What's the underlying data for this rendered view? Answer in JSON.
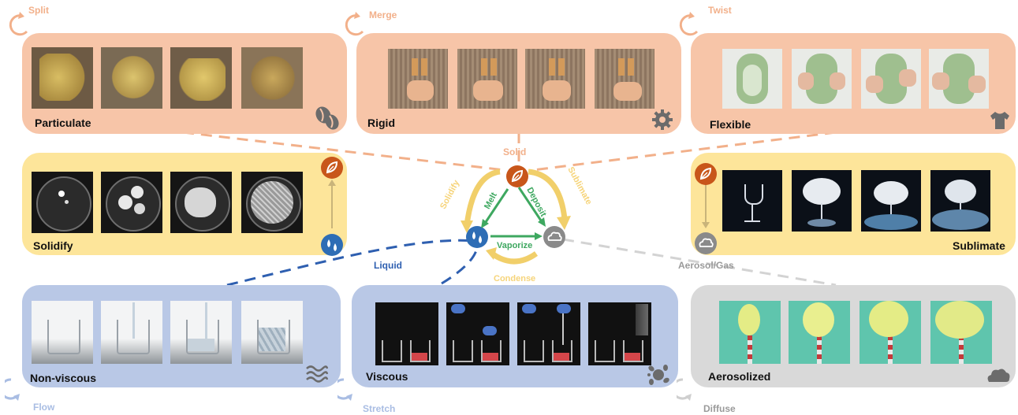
{
  "colors": {
    "orange": "#f7c5a8",
    "orange_text": "#f2b08a",
    "yellow": "#fde59a",
    "yellow_text": "#f6d47a",
    "blue": "#b9c8e6",
    "blue_dark": "#2e5fb0",
    "blue_text": "#a9bde3",
    "gray": "#d9d9d9",
    "gray_text": "#9a9a9a",
    "green": "#3ea860",
    "solid_node": "#c8561a",
    "liquid_node": "#2e6db5",
    "gas_node": "#8a8a8a"
  },
  "top_row": {
    "particulate": {
      "cycle": "Split",
      "label": "Particulate",
      "icon": "coffee-beans-icon"
    },
    "rigid": {
      "cycle": "Merge",
      "label": "Rigid",
      "icon": "gear-icon"
    },
    "flexible": {
      "cycle": "Twist",
      "label": "Flexible",
      "icon": "tshirt-icon"
    }
  },
  "middle_row": {
    "solidify": {
      "label": "Solidify",
      "from_icon": "liquid-drops-icon",
      "to_icon": "solid-leaf-icon"
    },
    "sublimate": {
      "label": "Sublimate",
      "from_icon": "solid-leaf-icon",
      "to_icon": "cloud-icon"
    }
  },
  "bottom_row": {
    "non_viscous": {
      "cycle": "Flow",
      "label": "Non-viscous",
      "icon": "waves-icon"
    },
    "viscous": {
      "cycle": "Stretch",
      "label": "Viscous",
      "icon": "splat-icon"
    },
    "aerosolized": {
      "cycle": "Diffuse",
      "label": "Aerosolized",
      "icon": "cloud-icon"
    }
  },
  "phase_diagram": {
    "nodes": {
      "solid": "Solid",
      "liquid": "Liquid",
      "gas": "Aerosol/Gas"
    },
    "transitions": {
      "solidify": "Solidify",
      "melt": "Melt",
      "deposit": "Deposit",
      "sublimate": "Sublimate",
      "vaporize": "Vaporize",
      "condense": "Condense"
    }
  }
}
